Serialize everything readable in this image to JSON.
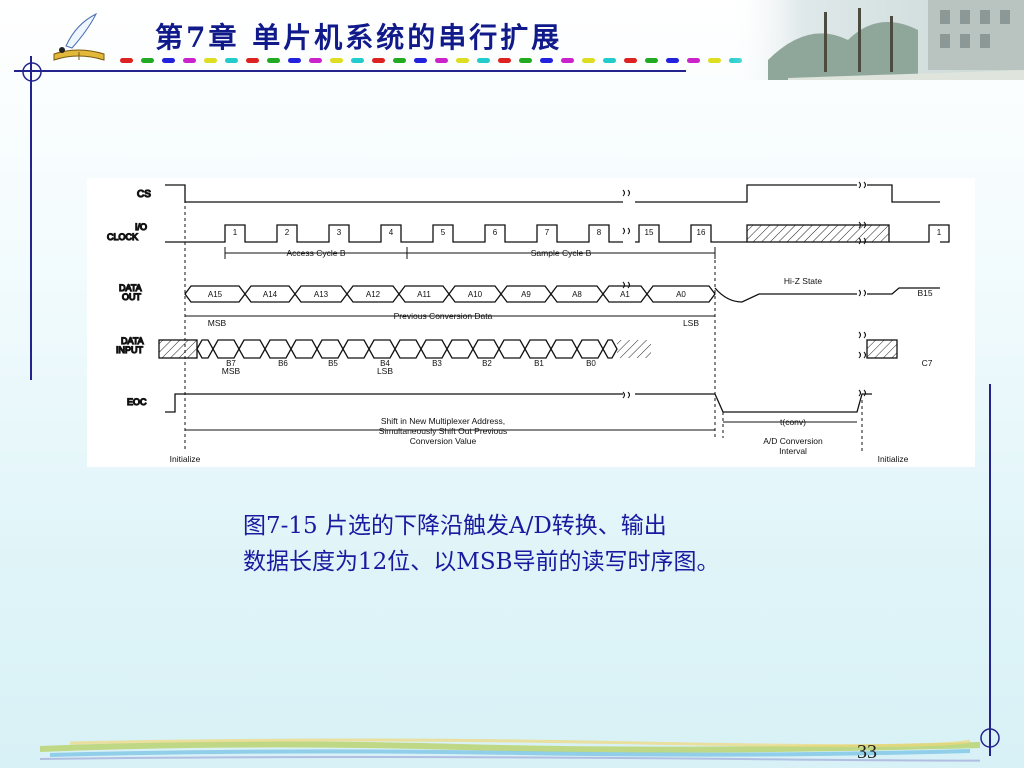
{
  "header": {
    "title": "第7章  单片机系统的串行扩展",
    "dot_colors": [
      "#d22",
      "#2a2",
      "#22d",
      "#c2c",
      "#dd2",
      "#2cc",
      "#d22",
      "#2a2",
      "#22d",
      "#c2c",
      "#dd2",
      "#2cc",
      "#d22",
      "#2a2",
      "#22d",
      "#c2c",
      "#dd2",
      "#2cc",
      "#d22",
      "#2a2",
      "#22d",
      "#c2c",
      "#dd2",
      "#2cc",
      "#d22",
      "#2a2",
      "#22d",
      "#c2c",
      "#dd2",
      "#2cc"
    ]
  },
  "diagram": {
    "signals": [
      "CS",
      "I/O",
      "CLOCK",
      "DATA",
      "OUT",
      "DATA",
      "INPUT",
      "EOC"
    ],
    "clock_numbers": [
      "1",
      "2",
      "3",
      "4",
      "5",
      "6",
      "7",
      "8",
      "15",
      "16",
      "1"
    ],
    "access_cycle": "Access Cycle B",
    "sample_cycle": "Sample Cycle B",
    "data_out": [
      "A15",
      "A14",
      "A13",
      "A12",
      "A11",
      "A10",
      "A9",
      "A8",
      "A1",
      "A0"
    ],
    "hi_z": "Hi-Z State",
    "b15": "B15",
    "msb": "MSB",
    "lsb": "LSB",
    "previous_data": "Previous Conversion Data",
    "data_in": [
      "B7",
      "B6",
      "B5",
      "B4",
      "B3",
      "B2",
      "B1",
      "B0"
    ],
    "c7": "C7",
    "shift_text": [
      "Shift in New Multiplexer Address,",
      "Simultaneously Shift Out Previous",
      "Conversion Value"
    ],
    "tconv": "t(conv)",
    "ad_interval": [
      "A/D Conversion",
      "Interval"
    ],
    "initialize": "Initialize"
  },
  "caption": {
    "line1": "图7-15 片选的下降沿触发A/D转换、输出",
    "line2": "数据长度为12位、以MSB导前的读写时序图。"
  },
  "page_number": "33"
}
